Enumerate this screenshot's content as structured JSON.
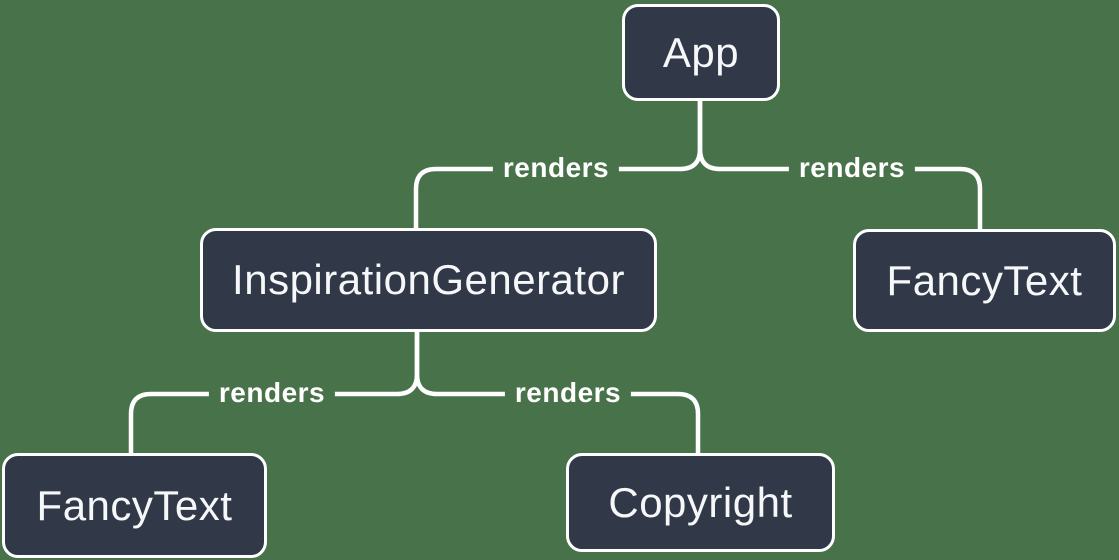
{
  "diagram": {
    "type": "component-render-tree",
    "colors": {
      "background": "#487249",
      "node_fill": "#313847",
      "node_border": "#FFFFFF",
      "connector": "#FFFFFF",
      "text": "#F6F7F9"
    },
    "nodes": [
      {
        "id": "app",
        "label": "App"
      },
      {
        "id": "inspiration-generator",
        "label": "InspirationGenerator"
      },
      {
        "id": "fancy-text-right",
        "label": "FancyText"
      },
      {
        "id": "fancy-text-left",
        "label": "FancyText"
      },
      {
        "id": "copyright",
        "label": "Copyright"
      }
    ],
    "edges": [
      {
        "from": "app",
        "to": "inspiration-generator",
        "label": "renders"
      },
      {
        "from": "app",
        "to": "fancy-text-right",
        "label": "renders"
      },
      {
        "from": "inspiration-generator",
        "to": "fancy-text-left",
        "label": "renders"
      },
      {
        "from": "inspiration-generator",
        "to": "copyright",
        "label": "renders"
      }
    ]
  }
}
